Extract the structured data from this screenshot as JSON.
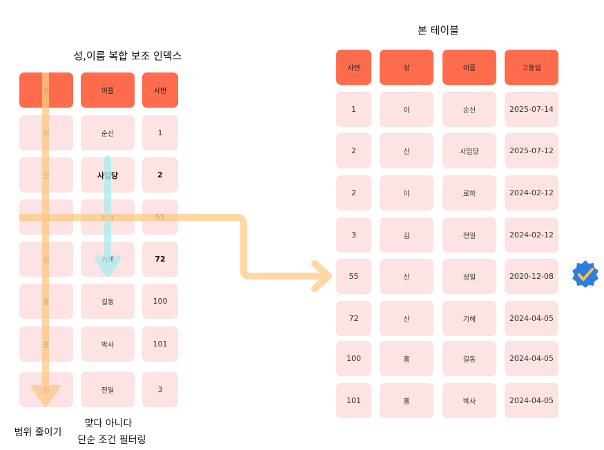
{
  "left_title": "성,이름 복합 보조 인덱스",
  "right_title": "본 테이블",
  "index_table": {
    "headers": [
      "성",
      "이름",
      "사번"
    ],
    "rows": [
      [
        "이",
        "순신",
        "1"
      ],
      [
        "신",
        "사임당",
        "2"
      ],
      [
        "신",
        "성일",
        "55"
      ],
      [
        "신",
        "기해",
        "72"
      ],
      [
        "홍",
        "길동",
        "100"
      ],
      [
        "홍",
        "박사",
        "101"
      ],
      [
        "김",
        "전일",
        "3"
      ]
    ]
  },
  "main_table": {
    "headers": [
      "사번",
      "성",
      "이름",
      "고용일"
    ],
    "rows": [
      [
        "1",
        "이",
        "순신",
        "2025-07-14"
      ],
      [
        "2",
        "신",
        "사임당",
        "2025-07-12"
      ],
      [
        "2",
        "이",
        "로하",
        "2024-02-12"
      ],
      [
        "3",
        "김",
        "전일",
        "2024-02-12"
      ],
      [
        "55",
        "신",
        "성일",
        "2020-12-08"
      ],
      [
        "72",
        "신",
        "기해",
        "2024-04-05"
      ],
      [
        "100",
        "홍",
        "길동",
        "2024-04-05"
      ],
      [
        "101",
        "홍",
        "박사",
        "2024-04-05"
      ]
    ]
  },
  "caption_left": "범위 줄이기",
  "caption_right_line1": "맞다 아니다",
  "caption_right_line2": "단순 조건 필터링",
  "colors": {
    "header": "#ff6b4d",
    "cell": "#fde3e3",
    "orange_arrow": "#ffc986",
    "cyan_arrow": "#a8eef0",
    "badge": "#2f7de1",
    "check": "#ffc63a"
  },
  "icons": [
    "verified-check-icon"
  ]
}
